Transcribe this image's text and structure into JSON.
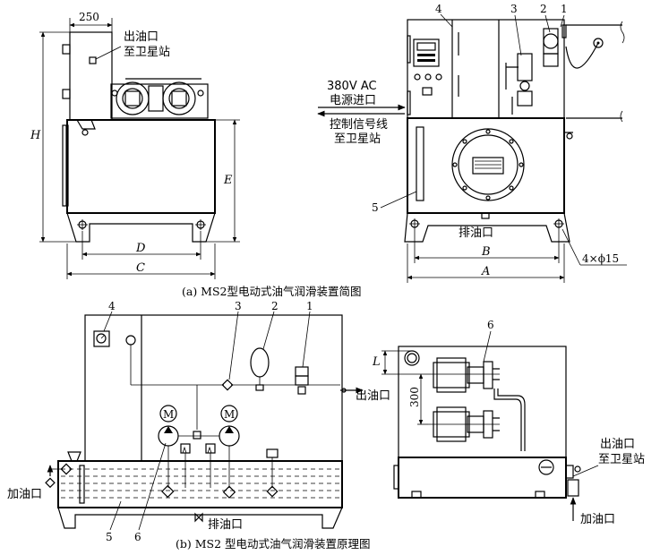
{
  "top_left": {
    "dim_250": "250",
    "outlet_label": "出油口",
    "outlet_label2": "至卫星站",
    "H": "H",
    "E": "E",
    "D": "D",
    "C": "C"
  },
  "top_right": {
    "callouts": [
      "4",
      "3",
      "2",
      "1",
      "5"
    ],
    "power_line1": "380V AC",
    "power_line2": "电源进口",
    "signal_line1": "控制信号线",
    "signal_line2": "至卫星站",
    "drain": "排油口",
    "B": "B",
    "A": "A",
    "holes": "4×ϕ15"
  },
  "caption_a": "(a)  MS2型电动式油气润滑装置简图",
  "bottom_left": {
    "callouts": [
      "4",
      "3",
      "2",
      "1"
    ],
    "outlet": "出油口",
    "fill": "加油口",
    "drain": "排油口",
    "num5": "5",
    "num6": "6",
    "motor": "M"
  },
  "bottom_right": {
    "num6": "6",
    "L": "L",
    "dim300": "300",
    "outlet1": "出油口",
    "outlet2": "至卫星站",
    "fill": "加油口"
  },
  "caption_b": "(b)  MS2 型电动式油气润滑装置原理图"
}
